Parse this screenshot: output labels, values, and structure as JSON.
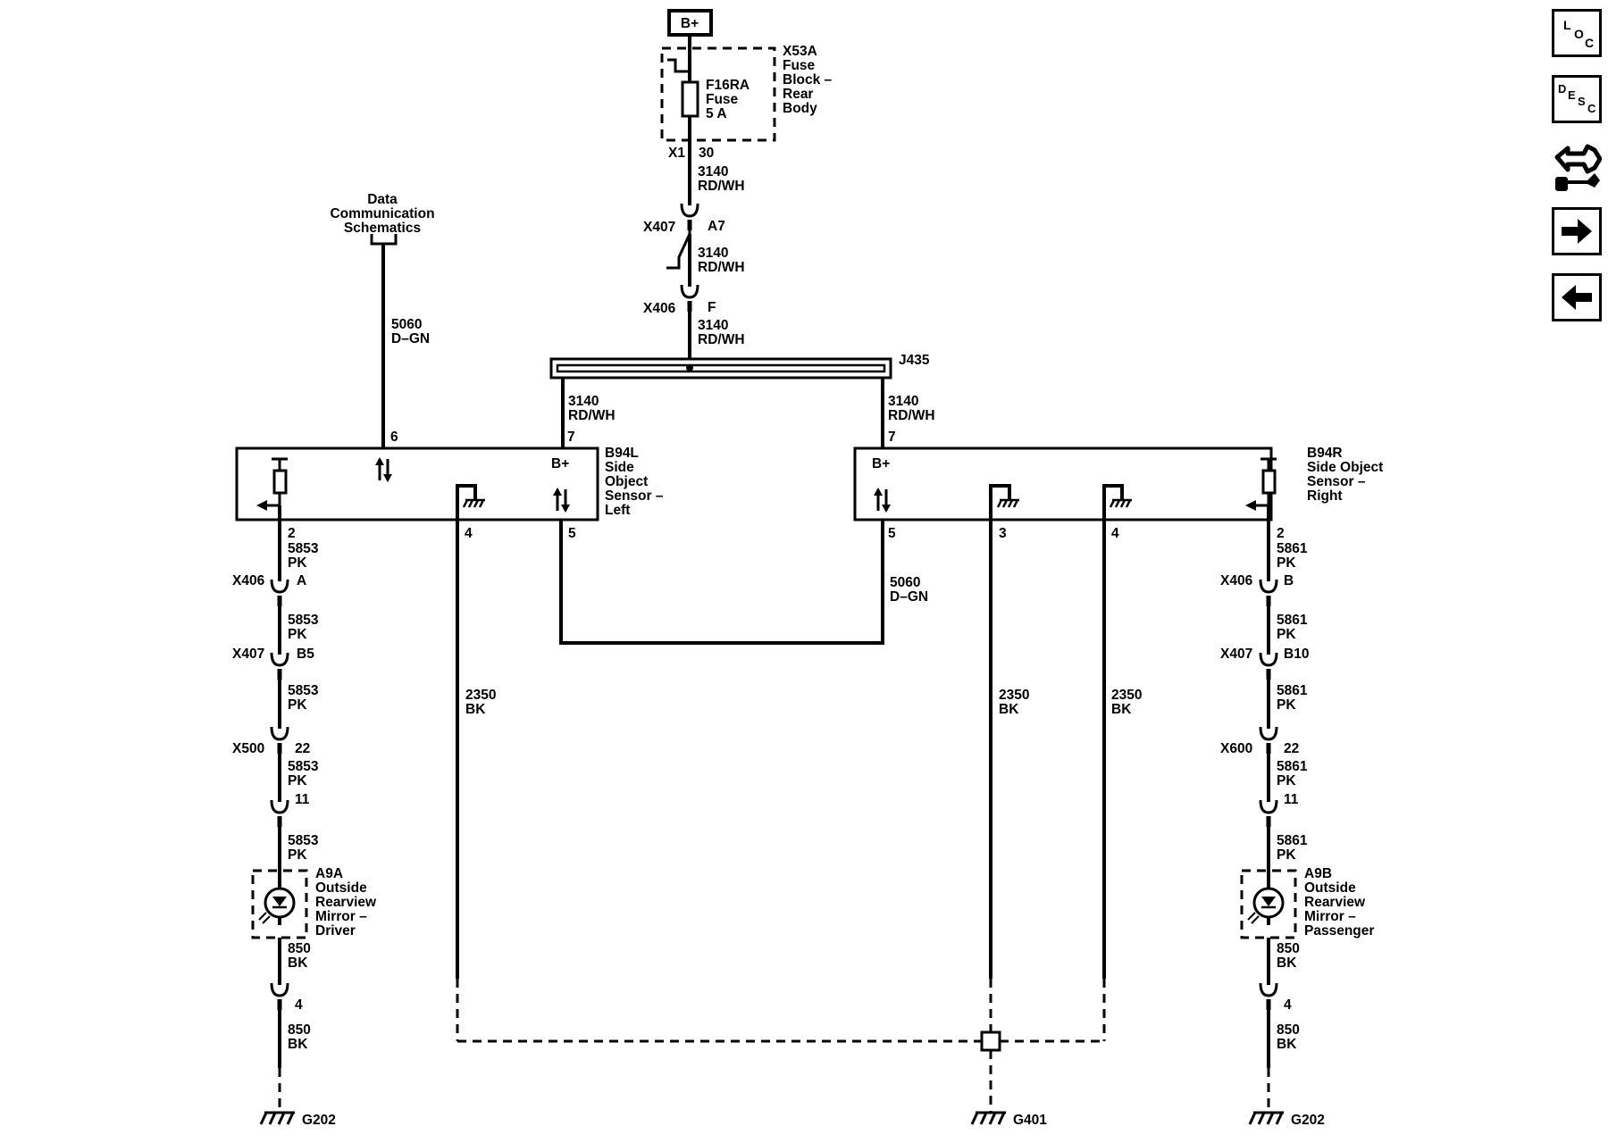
{
  "nav": {
    "loc": [
      "L",
      "O",
      "C"
    ],
    "desc": [
      "D",
      "E",
      "S",
      "C"
    ],
    "conn_icon": "connector-end-view-icon",
    "next_icon": "arrow-right-icon",
    "prev_icon": "arrow-left-icon"
  },
  "power": {
    "bplus": "B+"
  },
  "fuse_block": {
    "ref": "X53A",
    "name": [
      "Fuse",
      "Block –",
      "Rear",
      "Body"
    ],
    "fuse": [
      "F16RA",
      "Fuse",
      "5 A"
    ],
    "conn": "X1",
    "pin": "30"
  },
  "feed": {
    "circuit": "3140",
    "color": "RD/WH",
    "x407": "X407",
    "x407_pin": "A7",
    "x406": "X406",
    "x406_pin": "F",
    "splice": "J435"
  },
  "data_comm": {
    "label": [
      "Data",
      "Communication",
      "Schematics"
    ],
    "circuit": "5060",
    "color": "D–GN"
  },
  "left_sensor": {
    "ref": "B94L",
    "name": [
      "Side",
      "Object",
      "Sensor –",
      "Left"
    ],
    "bplus": "B+",
    "pin_data": "6",
    "pin_bplus": "7",
    "pin_ind": "2",
    "pin_gnd": "4",
    "pin_link": "5"
  },
  "right_sensor": {
    "ref": "B94R",
    "name": [
      "Side Object",
      "Sensor –",
      "Right"
    ],
    "bplus": "B+",
    "pin_bplus": "7",
    "pin_link": "5",
    "pin_gnd_a": "3",
    "pin_gnd_b": "4",
    "pin_ind": "2"
  },
  "link": {
    "circuit": "5060",
    "color": "D–GN"
  },
  "grounds": {
    "circuit": "2350",
    "color": "BK",
    "g_left": "G202",
    "g_mid": "G401",
    "g_right": "G202"
  },
  "left_branch": {
    "circuit": "5853",
    "color": "PK",
    "c1": "X406",
    "c1_pin": "A",
    "c2": "X407",
    "c2_pin": "B5",
    "c3": "X500",
    "c3_pin": "22",
    "c3_pin2": "11",
    "mirror_ref": "A9A",
    "mirror_name": [
      "Outside",
      "Rearview",
      "Mirror –",
      "Driver"
    ],
    "gnd_circuit": "850",
    "gnd_color": "BK",
    "gnd_pin": "4"
  },
  "right_branch": {
    "circuit": "5861",
    "color": "PK",
    "c1": "X406",
    "c1_pin": "B",
    "c2": "X407",
    "c2_pin": "B10",
    "c3": "X600",
    "c3_pin": "22",
    "c3_pin2": "11",
    "mirror_ref": "A9B",
    "mirror_name": [
      "Outside",
      "Rearview",
      "Mirror –",
      "Passenger"
    ],
    "gnd_circuit": "850",
    "gnd_color": "BK",
    "gnd_pin": "4"
  }
}
